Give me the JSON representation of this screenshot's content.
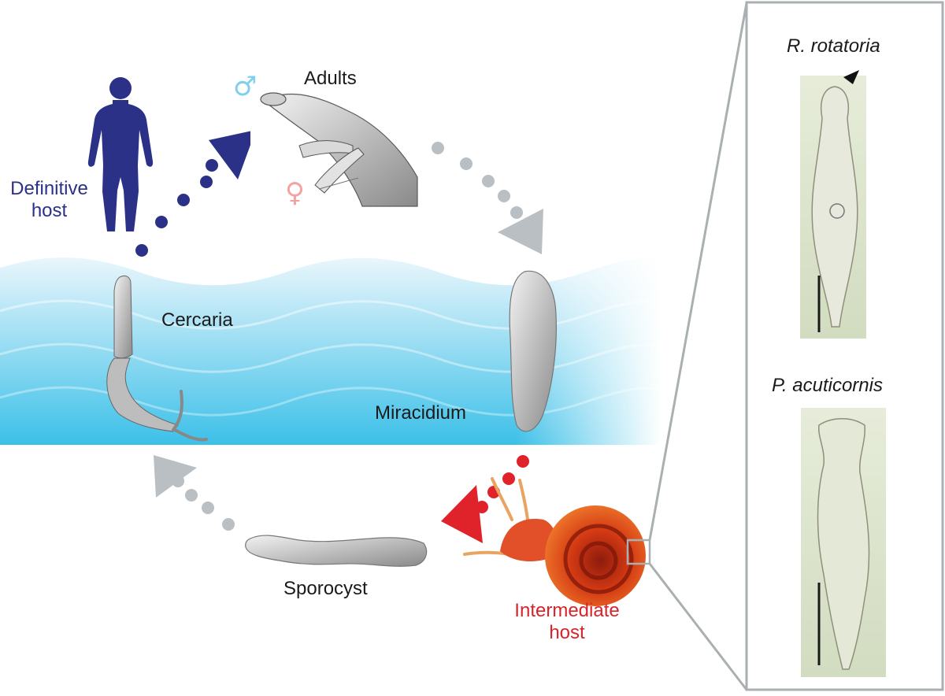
{
  "labels": {
    "definitive_host_line1": "Definitive",
    "definitive_host_line2": "host",
    "adults": "Adults",
    "cercaria": "Cercaria",
    "miracidium": "Miracidium",
    "sporocyst": "Sporocyst",
    "intermediate_host_line1": "Intermediate",
    "intermediate_host_line2": "host",
    "species_top": "R. rotatoria",
    "species_bottom": "P. acuticornis",
    "male_symbol": "♂",
    "female_symbol": "♀"
  },
  "colors": {
    "host_blue": "#2b3187",
    "arrow_gray": "#b9bfc3",
    "snail_red": "#d8232a",
    "water_light": "#dff1fa",
    "water_dark": "#3cc0e8",
    "male": "#7fd0ee",
    "female": "#f2a3a3",
    "panel_border": "#aab0b2"
  },
  "icons": [
    "human-silhouette-icon",
    "adult-worms-icon",
    "cercaria-icon",
    "miracidium-icon",
    "sporocyst-icon",
    "snail-icon",
    "rotifer-icon"
  ]
}
